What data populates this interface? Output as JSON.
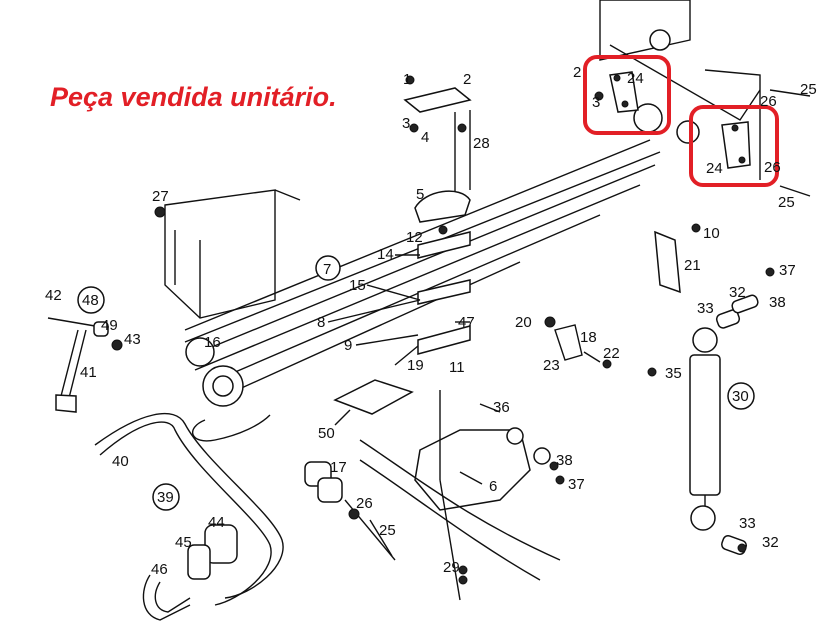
{
  "note": "Peça vendida unitário.",
  "colors": {
    "note": "#e21f26",
    "highlight": "#e21f26",
    "line": "#111111"
  },
  "labels": {
    "p1": "1",
    "p2a": "2",
    "p2b": "2",
    "p3a": "3",
    "p3b": "3",
    "p4": "4",
    "p5": "5",
    "p6": "6",
    "p7": "7",
    "p8": "8",
    "p9": "9",
    "p10": "10",
    "p11": "11",
    "p12": "12",
    "p14": "14",
    "p15": "15",
    "p16": "16",
    "p17": "17",
    "p18": "18",
    "p19": "19",
    "p20": "20",
    "p21": "21",
    "p22": "22",
    "p23": "23",
    "p24a": "24",
    "p24b": "24",
    "p25a": "25",
    "p25b": "25",
    "p25c": "25",
    "p26a": "26",
    "p26b": "26",
    "p26c": "26",
    "p27": "27",
    "p28": "28",
    "p29": "29",
    "p30": "30",
    "p32a": "32",
    "p32b": "32",
    "p33a": "33",
    "p33b": "33",
    "p35": "35",
    "p36": "36",
    "p37a": "37",
    "p37b": "37",
    "p38a": "38",
    "p38b": "38",
    "p39": "39",
    "p40": "40",
    "p41": "41",
    "p42": "42",
    "p43": "43",
    "p44": "44",
    "p45": "45",
    "p46": "46",
    "p47": "47",
    "p48": "48",
    "p49": "49",
    "p50": "50"
  }
}
